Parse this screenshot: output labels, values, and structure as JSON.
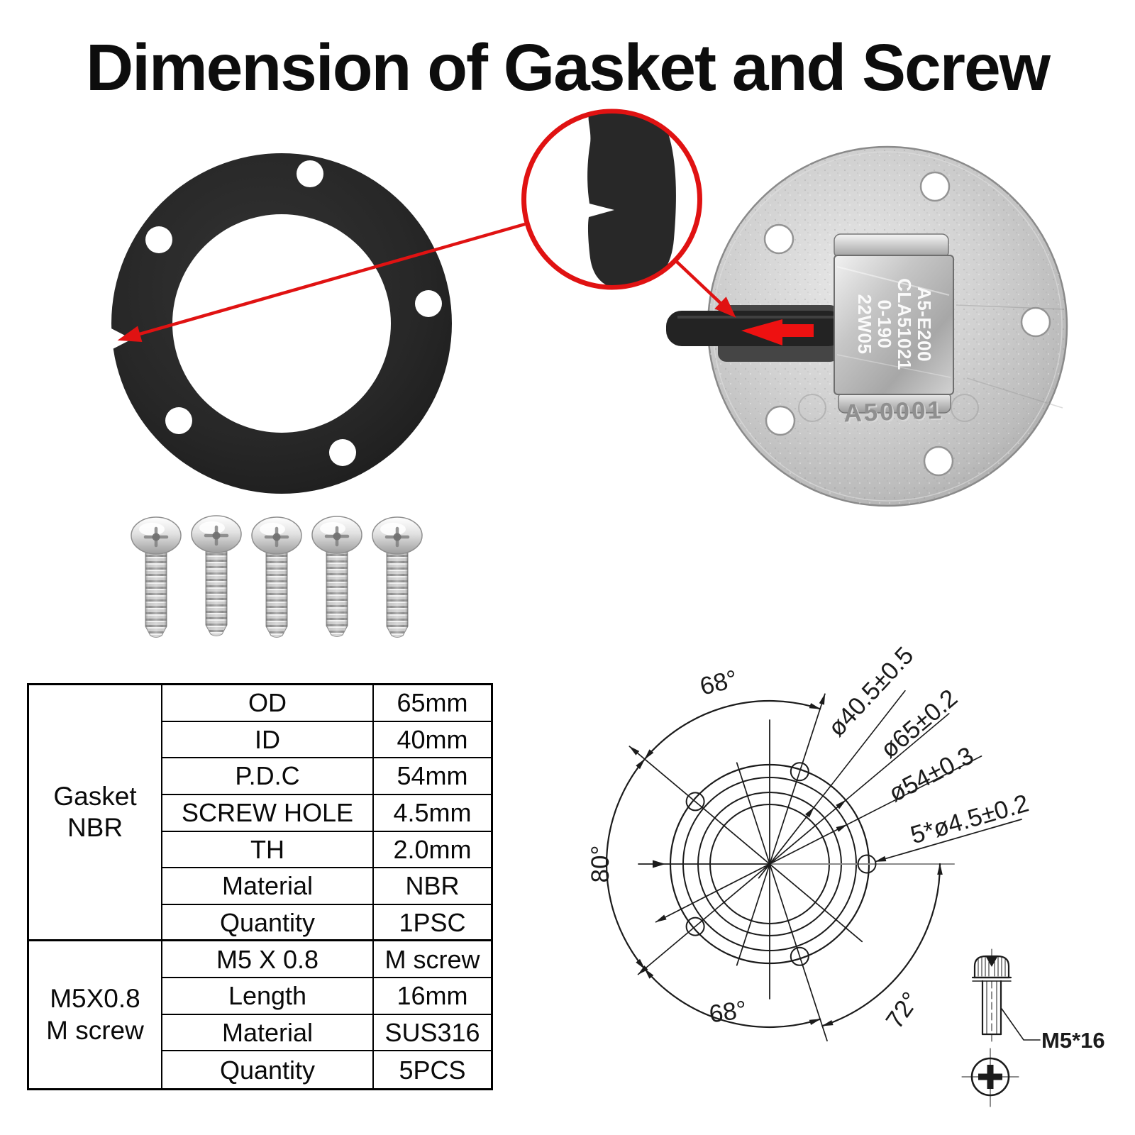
{
  "title": "Dimension of Gasket and Screw",
  "flange": {
    "label_lines": [
      "A5-E200",
      "CLA51021",
      "0-190",
      "22W05"
    ],
    "stamp": "A50001"
  },
  "spec_table": {
    "groups": [
      {
        "label_line1": "Gasket",
        "label_line2": "NBR",
        "rows": [
          [
            "OD",
            "65mm"
          ],
          [
            "ID",
            "40mm"
          ],
          [
            "P.D.C",
            "54mm"
          ],
          [
            "SCREW HOLE",
            "4.5mm"
          ],
          [
            "TH",
            "2.0mm"
          ],
          [
            "Material",
            "NBR"
          ],
          [
            "Quantity",
            "1PSC"
          ]
        ]
      },
      {
        "label_line1": "M5X0.8",
        "label_line2": "M screw",
        "rows": [
          [
            "M5 X 0.8",
            "M screw"
          ],
          [
            "Length",
            "16mm"
          ],
          [
            "Material",
            "SUS316"
          ],
          [
            "Quantity",
            "5PCS"
          ]
        ]
      }
    ]
  },
  "drawing": {
    "angle_labels": {
      "top": "68°",
      "left": "80°",
      "bottom": "68°",
      "right": "72°"
    },
    "dim_labels": [
      "ø40.5±0.5",
      "ø65±0.2",
      "ø54±0.3",
      "5*ø4.5±0.2"
    ],
    "screw_label": "M5*16"
  },
  "colors": {
    "callout_red": "#e01212",
    "gasket_black": "#262626",
    "drawing_ink": "#1b1b1b"
  }
}
